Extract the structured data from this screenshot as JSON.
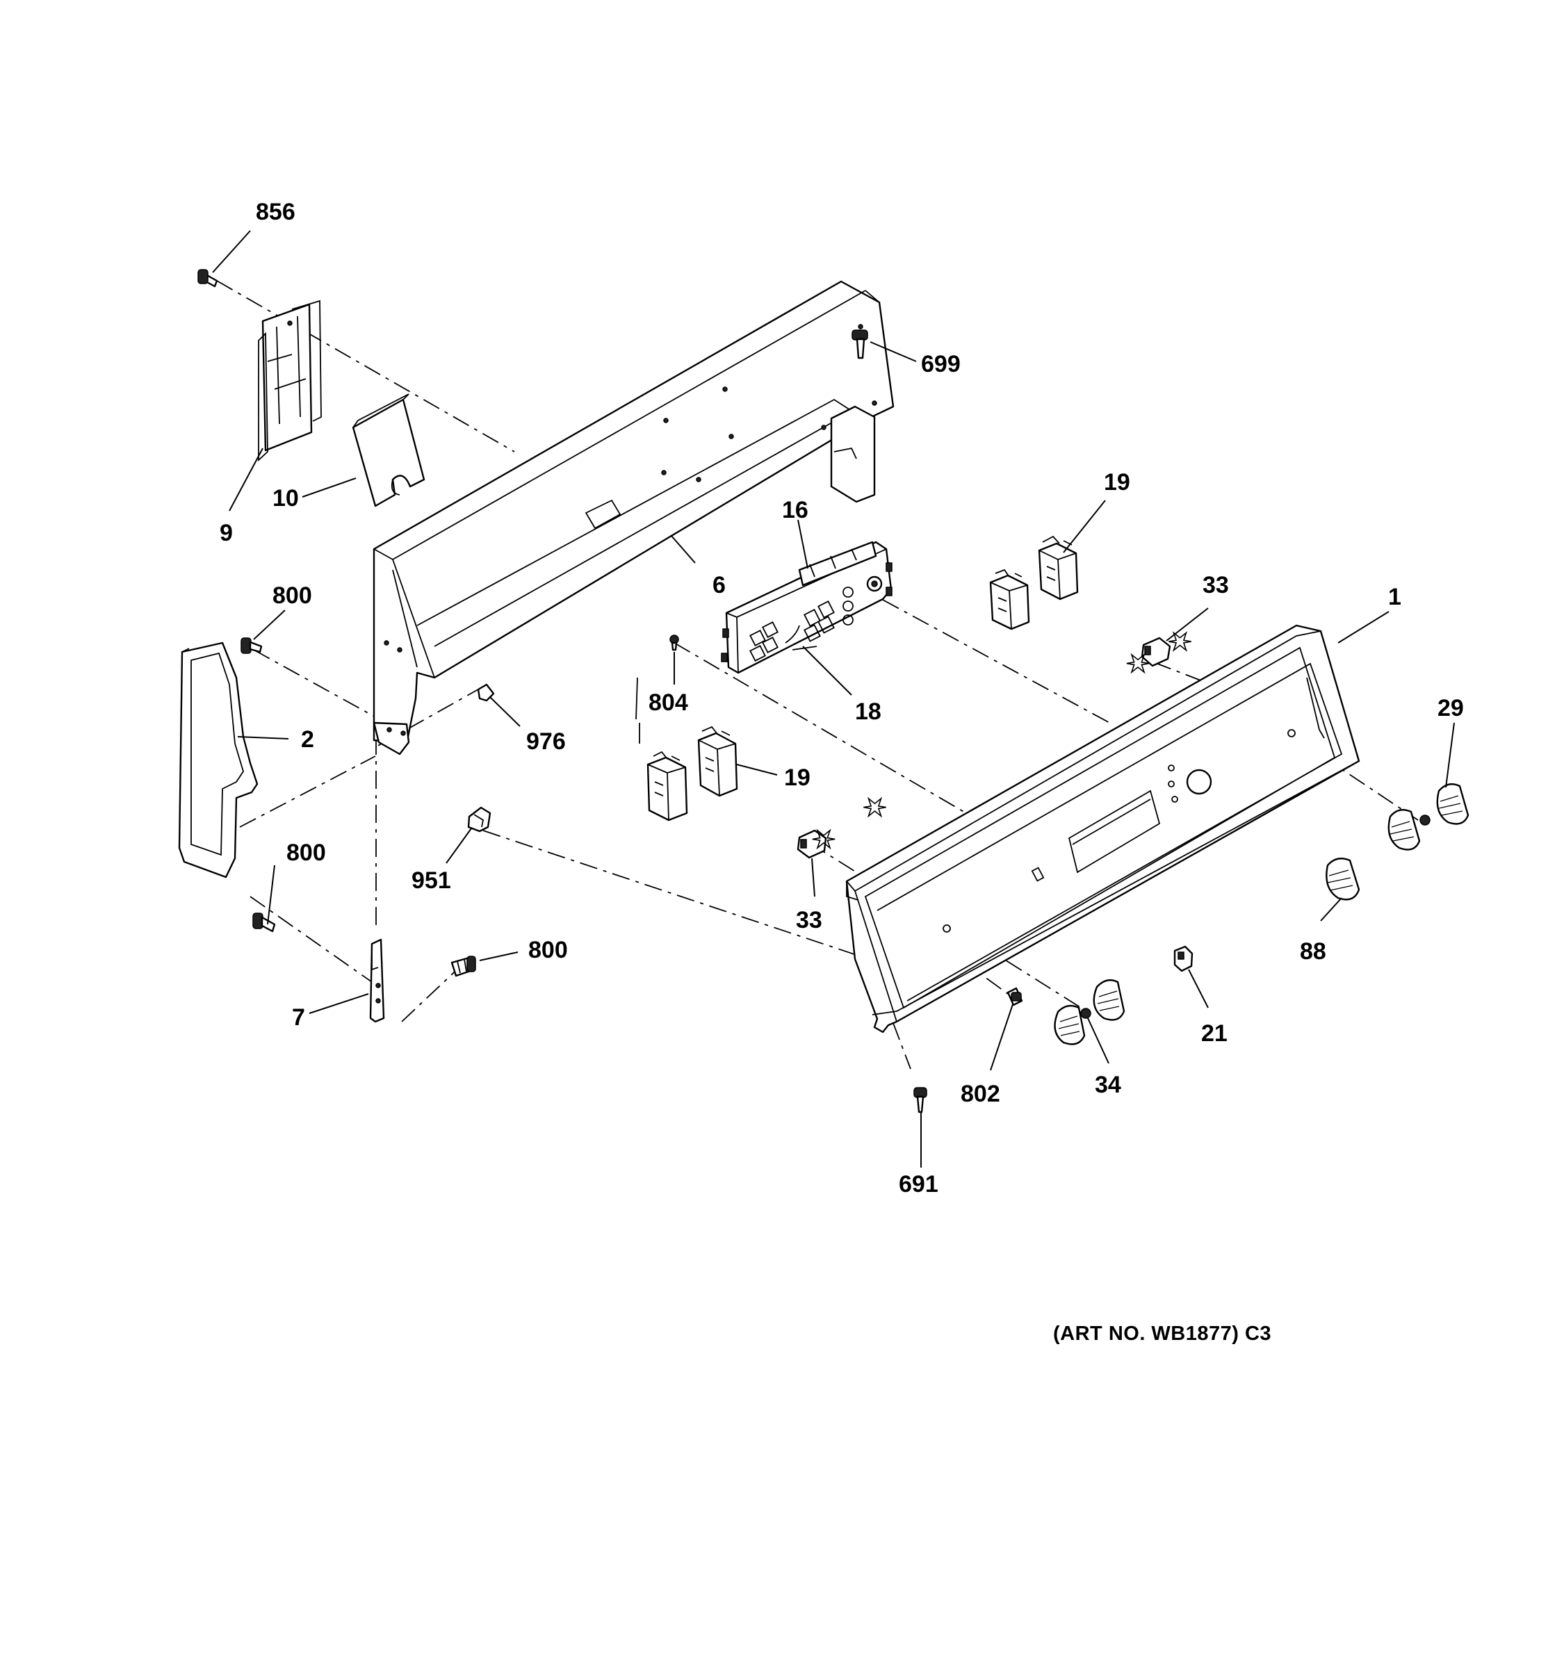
{
  "callouts": [
    {
      "id": "856",
      "text": "856"
    },
    {
      "id": "699",
      "text": "699"
    },
    {
      "id": "9",
      "text": "9"
    },
    {
      "id": "10",
      "text": "10"
    },
    {
      "id": "6",
      "text": "6"
    },
    {
      "id": "16",
      "text": "16"
    },
    {
      "id": "19a",
      "text": "19"
    },
    {
      "id": "33a",
      "text": "33"
    },
    {
      "id": "1",
      "text": "1"
    },
    {
      "id": "800a",
      "text": "800"
    },
    {
      "id": "2",
      "text": "2"
    },
    {
      "id": "976",
      "text": "976"
    },
    {
      "id": "804",
      "text": "804"
    },
    {
      "id": "18",
      "text": "18"
    },
    {
      "id": "29",
      "text": "29"
    },
    {
      "id": "19b",
      "text": "19"
    },
    {
      "id": "800b",
      "text": "800"
    },
    {
      "id": "951",
      "text": "951"
    },
    {
      "id": "33b",
      "text": "33"
    },
    {
      "id": "88",
      "text": "88"
    },
    {
      "id": "800c",
      "text": "800"
    },
    {
      "id": "7",
      "text": "7"
    },
    {
      "id": "21",
      "text": "21"
    },
    {
      "id": "802",
      "text": "802"
    },
    {
      "id": "34",
      "text": "34"
    },
    {
      "id": "691",
      "text": "691"
    }
  ],
  "art_number": "(ART NO. WB1877) C3"
}
